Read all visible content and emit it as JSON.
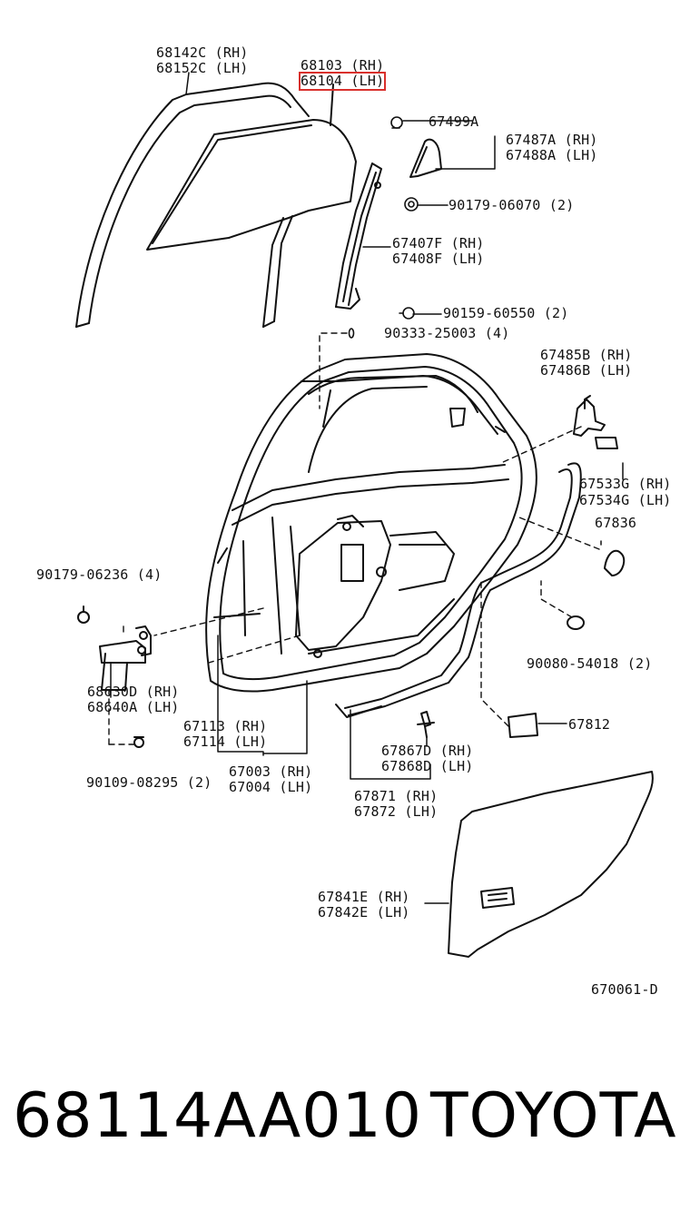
{
  "diagram": {
    "labels": [
      {
        "id": "l1",
        "text": "68142C (RH)"
      },
      {
        "id": "l2",
        "text": "68152C (LH)"
      },
      {
        "id": "l3",
        "text": "68103 (RH)"
      },
      {
        "id": "l4",
        "text": "68104 (LH)",
        "highlighted": true
      },
      {
        "id": "l5",
        "text": "67499A"
      },
      {
        "id": "l6",
        "text": "67487A (RH)"
      },
      {
        "id": "l7",
        "text": "67488A (LH)"
      },
      {
        "id": "l8",
        "text": "90179-06070 (2)"
      },
      {
        "id": "l9",
        "text": "67407F (RH)"
      },
      {
        "id": "l10",
        "text": "67408F (LH)"
      },
      {
        "id": "l11",
        "text": "90159-60550 (2)"
      },
      {
        "id": "l12",
        "text": "90333-25003 (4)"
      },
      {
        "id": "l13",
        "text": "67485B (RH)"
      },
      {
        "id": "l14",
        "text": "67486B (LH)"
      },
      {
        "id": "l15",
        "text": "67533G (RH)"
      },
      {
        "id": "l16",
        "text": "67534G (LH)"
      },
      {
        "id": "l17",
        "text": "67836"
      },
      {
        "id": "l18",
        "text": "90179-06236 (4)"
      },
      {
        "id": "l19",
        "text": "68630D (RH)"
      },
      {
        "id": "l20",
        "text": "68640A (LH)"
      },
      {
        "id": "l21",
        "text": "90080-54018 (2)"
      },
      {
        "id": "l22",
        "text": "67113 (RH)"
      },
      {
        "id": "l23",
        "text": "67114 (LH)"
      },
      {
        "id": "l24",
        "text": "67812"
      },
      {
        "id": "l25",
        "text": "67867D (RH)"
      },
      {
        "id": "l26",
        "text": "67868D (LH)"
      },
      {
        "id": "l27",
        "text": "67003 (RH)"
      },
      {
        "id": "l28",
        "text": "67004 (LH)"
      },
      {
        "id": "l29",
        "text": "90109-08295 (2)"
      },
      {
        "id": "l30",
        "text": "67871 (RH)"
      },
      {
        "id": "l31",
        "text": "67872 (LH)"
      },
      {
        "id": "l32",
        "text": "67841E (RH)"
      },
      {
        "id": "l33",
        "text": "67842E (LH)"
      },
      {
        "id": "l34",
        "text": "670061-D"
      }
    ],
    "highlight_color": "#d9302c"
  },
  "caption": {
    "part_number": "68114AA010",
    "brand": "TOYOTA"
  }
}
